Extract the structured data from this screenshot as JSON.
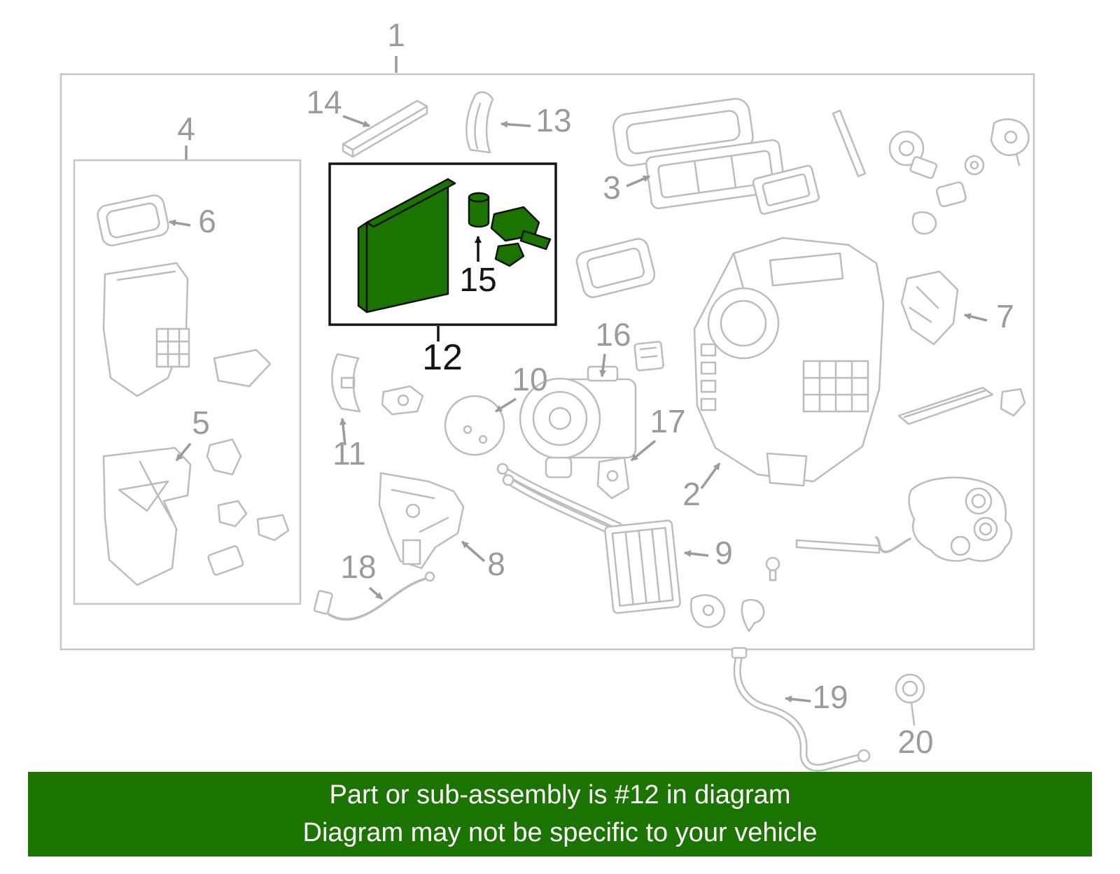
{
  "diagram": {
    "labels": {
      "n1": "1",
      "n2": "2",
      "n3": "3",
      "n4": "4",
      "n5": "5",
      "n6": "6",
      "n7": "7",
      "n8": "8",
      "n9": "9",
      "n10": "10",
      "n11": "11",
      "n12": "12",
      "n13": "13",
      "n14": "14",
      "n15": "15",
      "n16": "16",
      "n17": "17",
      "n18": "18",
      "n19": "19",
      "n20": "20"
    },
    "highlighted_part": "12"
  },
  "banner": {
    "line1": "Part or sub-assembly is #12 in diagram",
    "line2": "Diagram may not be specific to your vehicle"
  },
  "colors": {
    "highlight": "#1c7400",
    "banner_bg": "#1c7400",
    "banner_text": "#ffffff",
    "line_gray": "#bcbcbc",
    "label_gray": "#9b9b9b",
    "label_black": "#141414"
  }
}
